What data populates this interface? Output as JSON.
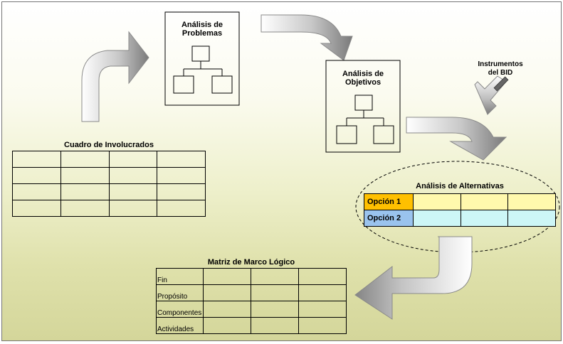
{
  "problemas": {
    "title": "Análisis de\nProblemas"
  },
  "objetivos": {
    "title": "Análisis de\nObjetivos"
  },
  "instrumentos": {
    "title": "Instrumentos\ndel BID"
  },
  "involucrados": {
    "title": "Cuadro de Involucrados",
    "rows": 4,
    "cols": 4
  },
  "alternativas": {
    "title": "Análisis de Alternativas",
    "options": [
      "Opción 1",
      "Opción 2"
    ]
  },
  "marco": {
    "title": "Matriz de Marco Lógico",
    "rows": [
      "Fin",
      "Propósito",
      "Componentes",
      "Actividades"
    ]
  },
  "colors": {
    "option1": "#ffc000",
    "option2": "#9ac3ee",
    "row1": "#fff9ad",
    "row2": "#cdf6f6"
  }
}
